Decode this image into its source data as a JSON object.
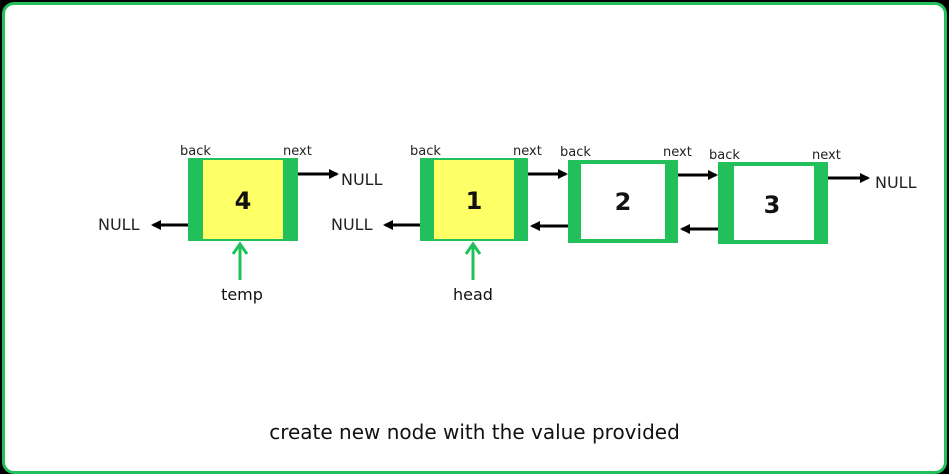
{
  "nodes": [
    {
      "value": "4",
      "back_label": "back",
      "next_label": "next",
      "fill": "#ffff66"
    },
    {
      "value": "1",
      "back_label": "back",
      "next_label": "next",
      "fill": "#ffff66"
    },
    {
      "value": "2",
      "back_label": "back",
      "next_label": "next",
      "fill": "#ffffff"
    },
    {
      "value": "3",
      "back_label": "back",
      "next_label": "next",
      "fill": "#ffffff"
    }
  ],
  "null_labels": {
    "temp_back": "NULL",
    "temp_next": "NULL",
    "head_back": "NULL",
    "tail_next": "NULL"
  },
  "pointers": {
    "temp": "temp",
    "head": "head"
  },
  "caption": "create new node with the value provided",
  "colors": {
    "border": "#22c05a",
    "highlight": "#ffff66",
    "arrow": "#000000",
    "pointer_arrow": "#22c05a"
  }
}
